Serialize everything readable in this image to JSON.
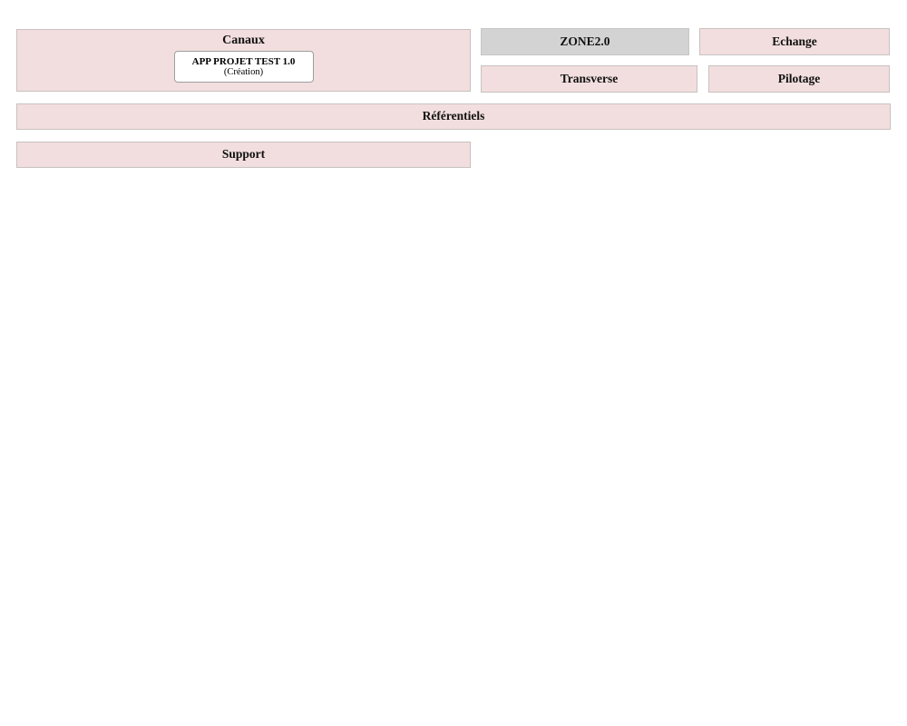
{
  "zones": {
    "canaux": {
      "label": "Canaux"
    },
    "zone2": {
      "label": "ZONE2.0"
    },
    "echange": {
      "label": "Echange"
    },
    "transverse": {
      "label": "Transverse"
    },
    "pilotage": {
      "label": "Pilotage"
    },
    "referentiels": {
      "label": "Référentiels"
    },
    "support": {
      "label": "Support"
    }
  },
  "app": {
    "title": "APP PROJET TEST 1.0",
    "subtitle": "(Création)"
  },
  "colors": {
    "zone_fill_pink": "#f2dede",
    "zone_fill_grey": "#d3d3d3",
    "zone_border": "#c9c1c1",
    "app_node_fill": "#ffffff",
    "app_node_border": "#9e9e9e",
    "text": "#000000",
    "background": "#ffffff"
  }
}
